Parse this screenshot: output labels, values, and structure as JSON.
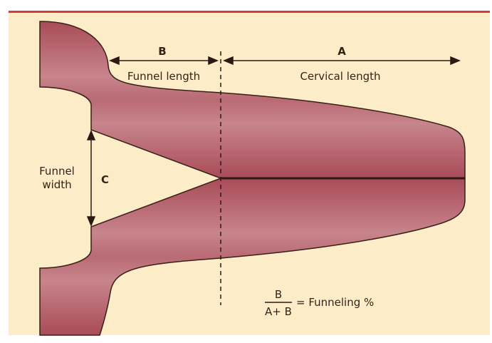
{
  "diagram": {
    "labels": {
      "segment_b": "B",
      "segment_a": "A",
      "funnel_length": "Funnel length",
      "cervical_length": "Cervical length",
      "funnel_width": [
        "Funnel",
        "width"
      ],
      "segment_c": "C",
      "formula_numerator": "B",
      "formula_denominator": "A+ B",
      "formula_result": "= Funneling %"
    },
    "colors": {
      "background": "#fcecc8",
      "top_rule": "#d93a3a",
      "tissue_fill": "#b55a66",
      "tissue_stroke": "#3a1f16",
      "lines": "#2b1a14"
    }
  }
}
